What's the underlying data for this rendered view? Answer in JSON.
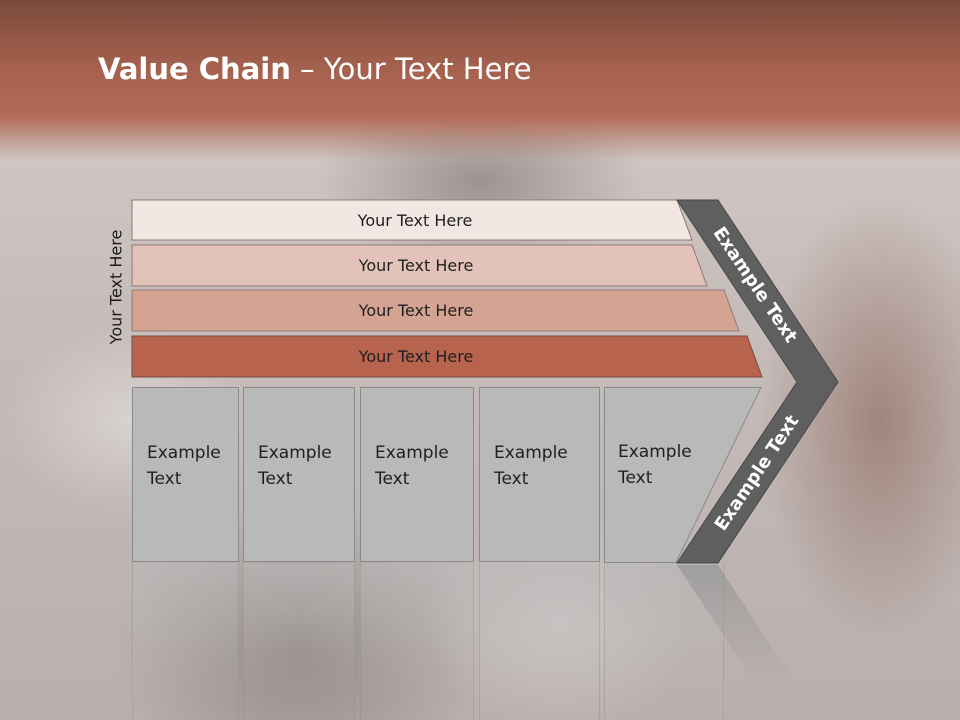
{
  "title": {
    "bold": "Value Chain",
    "rest": " – Your Text Here"
  },
  "side_label": "Your Text Here",
  "rows": [
    {
      "label": "Your Text Here",
      "color": "#f3e7e4"
    },
    {
      "label": "Your Text Here",
      "color": "#e3c3b9"
    },
    {
      "label": "Your Text Here",
      "color": "#d5a392"
    },
    {
      "label": "Your Text Here",
      "color": "#b7634e"
    }
  ],
  "boxes": [
    {
      "line1": "Example",
      "line2": "Text"
    },
    {
      "line1": "Example",
      "line2": "Text"
    },
    {
      "line1": "Example",
      "line2": "Text"
    },
    {
      "line1": "Example",
      "line2": "Text"
    },
    {
      "line1": "Example",
      "line2": "Text"
    }
  ],
  "chevron": {
    "upper_text": "Example Text",
    "lower_text": "Example Text",
    "color": "#5f5f5f"
  }
}
